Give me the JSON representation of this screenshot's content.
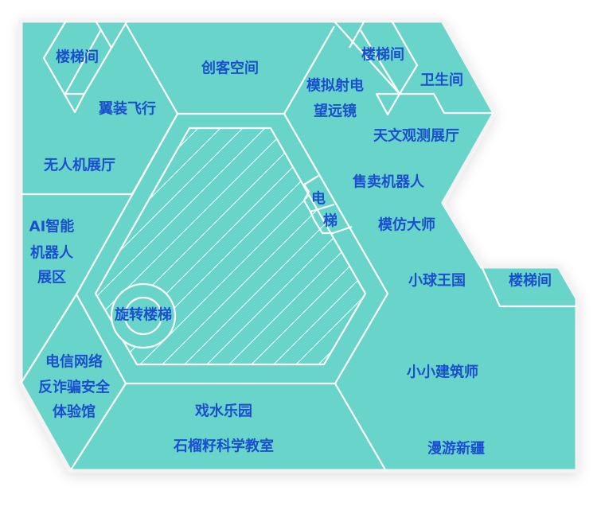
{
  "colors": {
    "floor": "#69d4ca",
    "wall": "#ffffff",
    "label": "#1a4fcf"
  },
  "rooms": {
    "stairs_top_left": "楼梯间",
    "maker_space": "创客空间",
    "wingsuit": "翼装飞行",
    "drone_hall": "无人机展厅",
    "radio_telescope_1": "模拟射电",
    "radio_telescope_2": "望远镜",
    "stairs_top_right": "楼梯间",
    "restroom": "卫生间",
    "astronomy_hall": "天文观测展厅",
    "vending_robot": "售卖机器人",
    "elevator_1": "电",
    "elevator_2": "梯",
    "imitation_master": "模仿大师",
    "ai_robot_1": "AI智能",
    "ai_robot_2": "机器人",
    "ai_robot_3": "展区",
    "spiral_stairs": "旋转楼梯",
    "ball_kingdom": "小球王国",
    "stairs_right": "楼梯间",
    "little_architect": "小小建筑师",
    "telecom_1": "电信网络",
    "telecom_2": "反诈骗安全",
    "telecom_3": "体验馆",
    "water_park": "戏水乐园",
    "science_classroom": "石榴籽科学教室",
    "xinjiang_tour": "漫游新疆"
  }
}
